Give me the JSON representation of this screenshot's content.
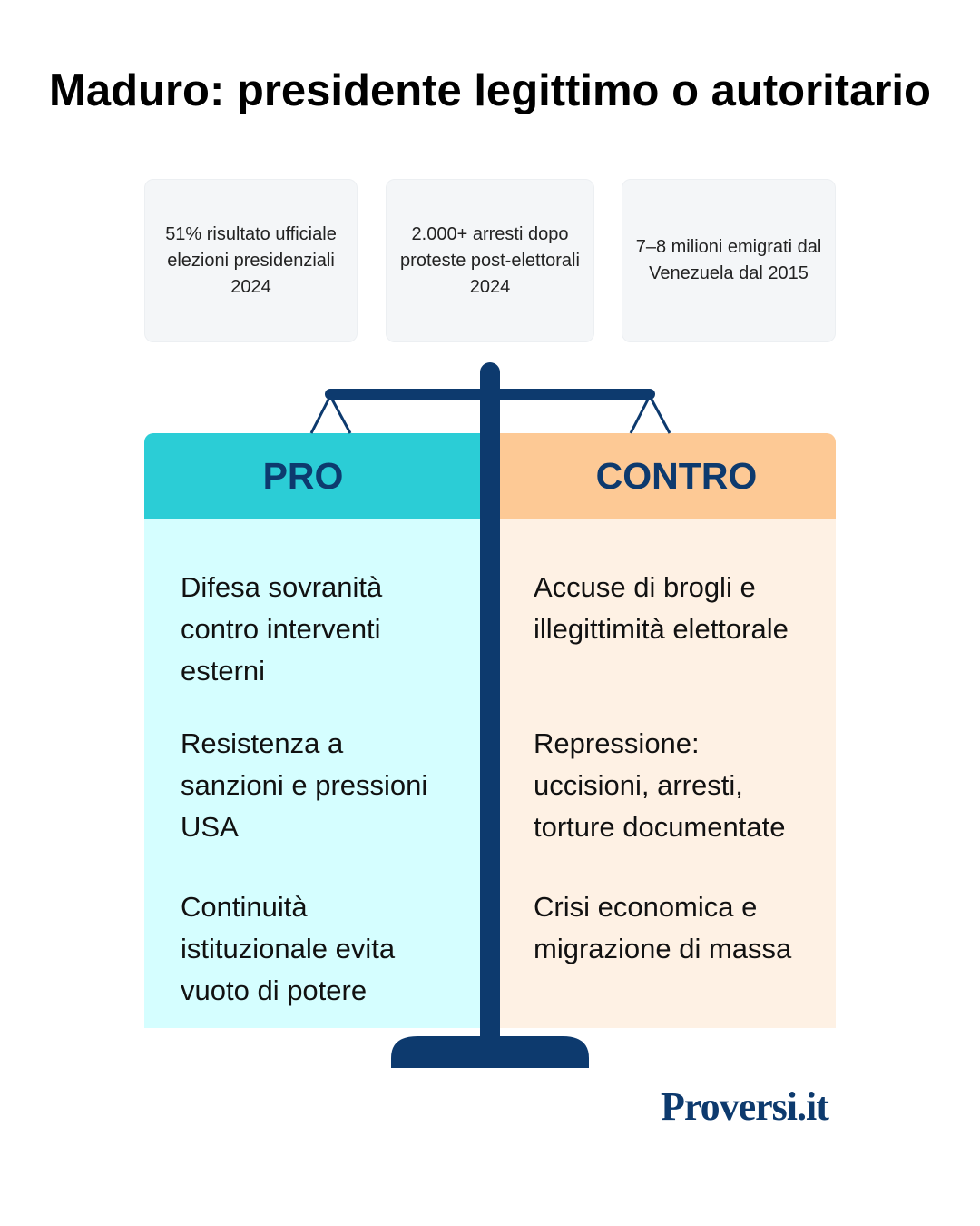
{
  "title": "Maduro: presidente legittimo o autoritario",
  "stats": [
    "51% risultato ufficiale elezioni presidenziali 2024",
    "2.000+ arresti dopo proteste post-elettorali 2024",
    "7–8 milioni emigrati dal Venezuela dal 2015"
  ],
  "pro": {
    "label": "PRO",
    "items": [
      "Difesa sovranità contro interventi esterni",
      "Resistenza a sanzioni e pressioni USA",
      "Continuità istituzionale evita vuoto di potere"
    ]
  },
  "contro": {
    "label": "CONTRO",
    "items": [
      "Accuse di brogli e illegittimità elettorale",
      "Repressione: uccisioni, arresti, torture documentate",
      "Crisi economica e migrazione di massa"
    ]
  },
  "brand": "Proversi.it",
  "colors": {
    "navy": "#0d3a6e",
    "pro_header": "#2bcdd6",
    "pro_body": "#d5feff",
    "contro_header": "#fdc995",
    "contro_body": "#fef1e4"
  }
}
